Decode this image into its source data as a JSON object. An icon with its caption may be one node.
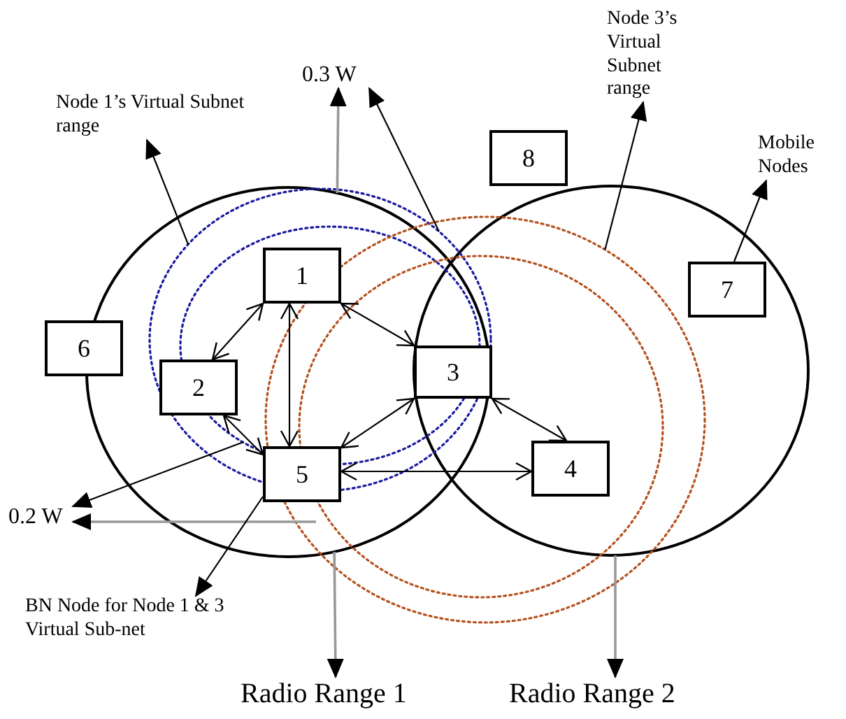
{
  "diagram": {
    "nodes": [
      {
        "text": [
          "0.3 W"
        ]
      },
      {
        "text": [
          "Node 1’s Virtual Subnet range"
        ]
      },
      {
        "text": [
          "Node  3’s Virtual Subnet range"
        ]
      },
      {
        "text": [
          "Mobile Nodes"
        ]
      },
      {
        "text": [
          "8"
        ]
      },
      {
        "text": [
          "1"
        ]
      },
      {
        "text": [
          "6"
        ]
      },
      {
        "text": [
          "7"
        ]
      },
      {
        "text": [
          "2"
        ]
      },
      {
        "text": [
          "3"
        ]
      },
      {
        "text": [
          "5"
        ]
      },
      {
        "text": [
          "4"
        ]
      },
      {
        "text": [
          "0.2 W"
        ]
      },
      {
        "text": [
          "BN Node for Node 1 & 3 Virtual Sub-net"
        ]
      },
      {
        "text": [
          "Radio Range 1"
        ]
      },
      {
        "text": [
          "Radio Range 2"
        ]
      }
    ],
    "edges": [
      {
        "from": null,
        "to": 0,
        "arrow": "to",
        "color": "#999999"
      },
      {
        "from": null,
        "to": 0,
        "arrow": "to"
      },
      {
        "from": null,
        "to": 1,
        "arrow": "to"
      },
      {
        "from": null,
        "to": 2,
        "arrow": "to"
      },
      {
        "from": 7,
        "to": 3,
        "arrow": "to"
      },
      {
        "from": 5,
        "to": 8,
        "arrow": "both"
      },
      {
        "from": 5,
        "to": 10,
        "arrow": "both"
      },
      {
        "from": 5,
        "to": 9,
        "arrow": "both"
      },
      {
        "from": 8,
        "to": 10,
        "arrow": "both"
      },
      {
        "from": 9,
        "to": 10,
        "arrow": "both"
      },
      {
        "from": 10,
        "to": 11,
        "arrow": "both"
      },
      {
        "from": 9,
        "to": 11,
        "arrow": "both"
      },
      {
        "from": null,
        "to": 12,
        "arrow": "to"
      },
      {
        "from": null,
        "to": 12,
        "arrow": "to",
        "color": "#999999"
      },
      {
        "from": 10,
        "to": 13,
        "arrow": "to"
      },
      {
        "from": null,
        "to": 14,
        "arrow": "to",
        "color": "#999999"
      },
      {
        "from": null,
        "to": 15,
        "arrow": "to",
        "color": "#999999"
      }
    ]
  }
}
